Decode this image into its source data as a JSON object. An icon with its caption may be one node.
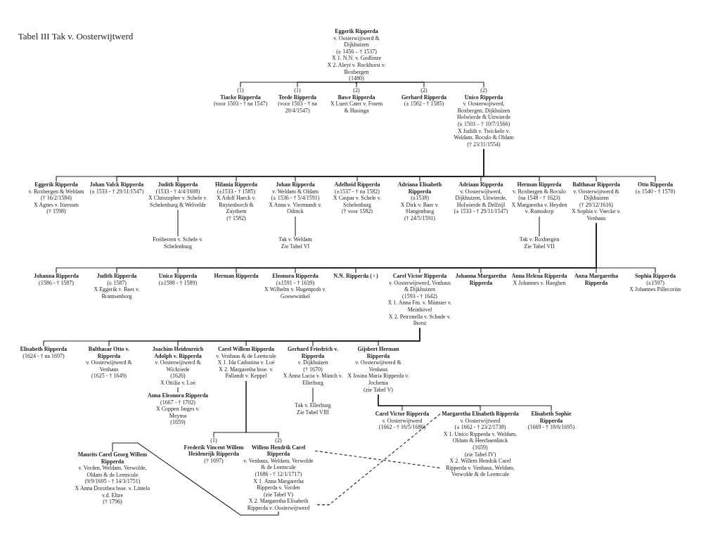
{
  "diagram": {
    "title": "Tabel III Tak v. Oosterwijtwerd",
    "nodes": [
      {
        "text": [
          "Eggerik Ripperda",
          "v. Oosterwijtwerd & Dijkhuizen",
          "(± 1456 – † 1537)",
          "X 1. N.N. v. Godlinze",
          "X 2. Aleyt v. Buckhorst v. Boxbergen",
          "(1480)"
        ]
      },
      {
        "text": [
          "Tiacke Ripperda",
          "(voor 1503 - † na 1547)"
        ],
        "beside": [
          "(1)"
        ]
      },
      {
        "text": [
          "Teede Ripperda",
          "(voor 1503 - † na 20/4/1547)"
        ],
        "beside": [
          "(1)"
        ]
      },
      {
        "text": [
          "Bawe Ripperda",
          "X Luert Cater v. Fraem & Husinga"
        ],
        "beside": [
          "(2)"
        ]
      },
      {
        "text": [
          "Gerhard Ripperda",
          "(± 1502 - † 1585)"
        ],
        "beside": [
          "(2)"
        ]
      },
      {
        "text": [
          "Unico Ripperda",
          "v. Oosterwijtwerd, Boxbergen, Dijkhuizen Holwierde & Uitwierde",
          "(± 1503 – † 10/7/1566)",
          "X Judith v. Twickelo v. Weldam, Boculo & Oldam",
          "(† 23/11/1554)"
        ],
        "beside": [
          "(2)"
        ]
      },
      {
        "text": [
          "Eggerik Ripperda",
          "v. Boxbergen & Weldam",
          "(† 16/2/1584)",
          "X Agnes v. Ittersum",
          "(† 1598)"
        ]
      },
      {
        "text": [
          "Johan Valck Ripperda",
          "(± 1533 - † 29/11/1547)"
        ]
      },
      {
        "text": [
          "Judith Ripperda",
          "(1533 - † 4/4/1608)",
          "X Christopher v. Schele v. Schelenburg & Welvelde"
        ]
      },
      {
        "text": [
          "Hilania Ripperda",
          "(±1533 - † 1585)",
          "X Adolf Haeck v. Ruytenborch & Zuythem",
          "(† 1582)"
        ]
      },
      {
        "text": [
          "Johan Ripperda",
          "v. Weldam & Oldam",
          "(± 1536 - † 5/4/1591)",
          "X Anna v. Viermundt v. Odinck"
        ]
      },
      {
        "text": [
          "Adelheid Ripperda",
          "(±1537 - † na 1582)",
          "X Caspar v. Schele v. Schelenburg",
          "(† voor 1582)"
        ]
      },
      {
        "text": [
          "Adriana Elisabeth Ripperda",
          "(±1538)",
          "X Dirk v. Baer v. Slangenburg",
          "(† 24/5/1591)"
        ]
      },
      {
        "text": [
          "Adriaan Ripperda",
          "v. Oosterwijtwerd, Dijkhuizen, Uitwierde, Holwierde & Delfzijl",
          "(± 1533 - † 29/11/1547)"
        ]
      },
      {
        "text": [
          "Herman Ripperda",
          "v. Boxbergen & Boculo",
          "(na 1548 - † 1623)",
          "X Margaretha v. Heyden v. Ramsdorp"
        ]
      },
      {
        "text": [
          "Balthasar Ripperda",
          "v. Oosterwijtwerd & Dijkhuizen",
          "(† 29/12/1616)",
          "X Sophia v. Vaecke v. Venhaus"
        ]
      },
      {
        "text": [
          "Otto Ripperda",
          "(± 1540 - † 1570)"
        ]
      },
      {
        "text": [
          "Freiherren v. Schele v. Schelenburg"
        ]
      },
      {
        "text": [
          "Tak v. Weldam",
          "Zie Tabel VI"
        ]
      },
      {
        "text": [
          "Tak v. Boxbergen",
          "Zie Tabel VII"
        ]
      },
      {
        "text": [
          "Johanna Ripperda",
          "(1586 - † 1587)"
        ]
      },
      {
        "text": [
          "Judith Ripperda",
          "(± 1587)",
          "X Eggerik v. Baer v. Brantsenborg"
        ]
      },
      {
        "text": [
          "Unico Ripperda",
          "(±1588 - † 1589)"
        ]
      },
      {
        "text": [
          "Herman Ripperda"
        ]
      },
      {
        "text": [
          "Eleonora Ripperda",
          "(±1591 - † 1639)",
          "X Wilhelm v. Hugenpoth v. Goesewinkel"
        ]
      },
      {
        "text": [
          "N.N. Ripperda (♀)"
        ]
      },
      {
        "text": [
          "Carel Victor Ripperda",
          "v. Oosterwijtwerd, Venhaus & Dijkhuizen",
          "(1593 - † 1642)",
          "X 1. Anna Fm. v. Münster v. Meinhövel",
          "X 2. Petronella v. Schade v. Ihorst"
        ]
      },
      {
        "text": [
          "Johanna Margaretha Ripperda"
        ]
      },
      {
        "text": [
          "Anna Helena Ripperda",
          "X Johannes v. Haeghen"
        ]
      },
      {
        "text": [
          "Anna Margaretha Ripperda"
        ]
      },
      {
        "text": [
          "Sophia Ripperda",
          "(±1597)",
          "X Johannes Pillecorius"
        ]
      },
      {
        "text": [
          "Elisabeth Ripperda",
          "(1624 - † na 1697)"
        ]
      },
      {
        "text": [
          "Balthasar Otto v. Ripperda",
          "v. Oosterwijtwerd & Venhaus",
          "(1625 - † 1649)"
        ]
      },
      {
        "text": [
          "Joachim Heidenreich Adolph v. Ripperda",
          "v. Oosterwijtwerd & Wickriede",
          "(1626)",
          "X Ottilia v. Loë"
        ]
      },
      {
        "text": [
          "Carel Willem Ripperda",
          "v. Venhaus & de Leemcule",
          "X 1. Ida Catharina v. Loë",
          "X 2. Margaretha bsse. v. Pallandt v. Keppel"
        ]
      },
      {
        "text": [
          "Gerhard Friedrich v. Ripperda",
          "v. Dijkhuizen",
          "(† 1670)",
          "X Anna Lucia v. Münch v. Ellerburg"
        ]
      },
      {
        "text": [
          "Gijsbert Herman Ripperda",
          "v. Oosterwijtwerd & Venhaus",
          "X Josina Maria Ripperda v. Jochema",
          "(zie Tabel V)"
        ]
      },
      {
        "text": [
          "Anna Eleonora Ripperda",
          "(1667 - † 1702)",
          "X Coppen Jarges v. Meyma",
          "(1659)"
        ]
      },
      {
        "text": [
          "Tak v. Ellerburg",
          "Zie Tabel VIII"
        ]
      },
      {
        "text": [
          "Frederik Vincent Willem Heidenrijk Ripperda",
          "(† 1697)"
        ],
        "beside": [
          "(1)"
        ]
      },
      {
        "text": [
          "Willem Hendrik Carel Ripperda",
          "v. Venhaus, Weldam, Verwolde & de Leemcule",
          "(1686 - † 12/1/1717)",
          "X 1. Anna Margaretha Ripperda v. Vorden",
          "(zie Tabel V)",
          "X 2. Margaretha Elisabeth Ripperda v. Oosterwijtwerd"
        ],
        "beside": [
          "(2)"
        ]
      },
      {
        "text": [
          "Carel Victor Ripperda",
          "v. Oosterwijtwerd",
          "(1662 - † 16/5/1686)"
        ]
      },
      {
        "text": [
          "Margaretha Elisabeth Ripperda",
          "v. Oosterwijtwerd",
          "(± 1662 - † 23/2/1738)",
          "X 1. Unico Ripperda v. Weldam, Oldam & Heerbaenlinck",
          "(1659)",
          "(zie Tabel IV)",
          "X 2. Willem Hendrik Carel Ripperda v. Venhaus, Weldam, Verwolde & de Leemcule"
        ]
      },
      {
        "text": [
          "Elisabeth Sophie Ripperda",
          "(1669 - † 18/6/1695)"
        ]
      },
      {
        "text": [
          "Maurits Carel Georg Willem Ripperda",
          "v. Vorden, Weldam, Verwolde, Oldam & de Leemcule",
          "(9/9/1695 - † 14/3/1751)",
          "X Anna Dorothea bsse. v. Lintelo v.d. Eltze",
          "(† 1796)"
        ]
      }
    ],
    "edges": [
      {
        "from": 0,
        "to": 1,
        "arrow": "none"
      },
      {
        "from": 0,
        "to": 2,
        "arrow": "none"
      },
      {
        "from": 0,
        "to": 3,
        "arrow": "none"
      },
      {
        "from": 0,
        "to": 4,
        "arrow": "none"
      },
      {
        "from": 0,
        "to": 5,
        "arrow": "none"
      },
      {
        "from": 5,
        "to": 6,
        "arrow": "none"
      },
      {
        "from": 5,
        "to": 7,
        "arrow": "none"
      },
      {
        "from": 5,
        "to": 8,
        "arrow": "none"
      },
      {
        "from": 5,
        "to": 9,
        "arrow": "none"
      },
      {
        "from": 5,
        "to": 10,
        "arrow": "none"
      },
      {
        "from": 5,
        "to": 11,
        "arrow": "none"
      },
      {
        "from": 5,
        "to": 12,
        "arrow": "none"
      },
      {
        "from": 5,
        "to": 13,
        "arrow": "none"
      },
      {
        "from": 5,
        "to": 14,
        "arrow": "none"
      },
      {
        "from": 5,
        "to": 15,
        "arrow": "none"
      },
      {
        "from": 5,
        "to": 16,
        "arrow": "none"
      },
      {
        "from": 8,
        "to": 17,
        "arrow": "none"
      },
      {
        "from": 10,
        "to": 18,
        "arrow": "none"
      },
      {
        "from": 14,
        "to": 19,
        "arrow": "none"
      },
      {
        "from": 15,
        "to": 20,
        "arrow": "none"
      },
      {
        "from": 15,
        "to": 21,
        "arrow": "none"
      },
      {
        "from": 15,
        "to": 22,
        "arrow": "none"
      },
      {
        "from": 15,
        "to": 23,
        "arrow": "none"
      },
      {
        "from": 15,
        "to": 24,
        "arrow": "none"
      },
      {
        "from": 15,
        "to": 25,
        "arrow": "none"
      },
      {
        "from": 15,
        "to": 26,
        "arrow": "none"
      },
      {
        "from": 15,
        "to": 27,
        "arrow": "none"
      },
      {
        "from": 15,
        "to": 28,
        "arrow": "none"
      },
      {
        "from": 15,
        "to": 29,
        "arrow": "none"
      },
      {
        "from": 15,
        "to": 30,
        "arrow": "none"
      },
      {
        "from": 26,
        "to": 31,
        "arrow": "none"
      },
      {
        "from": 26,
        "to": 32,
        "arrow": "none"
      },
      {
        "from": 26,
        "to": 33,
        "arrow": "none"
      },
      {
        "from": 26,
        "to": 34,
        "arrow": "none"
      },
      {
        "from": 26,
        "to": 35,
        "arrow": "none"
      },
      {
        "from": 26,
        "to": 36,
        "arrow": "none"
      },
      {
        "from": 33,
        "to": 37,
        "arrow": "none"
      },
      {
        "from": 35,
        "to": 38,
        "arrow": "none"
      },
      {
        "from": 34,
        "to": 39,
        "arrow": "none"
      },
      {
        "from": 34,
        "to": 40,
        "arrow": "none"
      },
      {
        "from": 36,
        "to": 41,
        "arrow": "none"
      },
      {
        "from": 36,
        "to": 42,
        "arrow": "none"
      },
      {
        "from": 36,
        "to": 43,
        "arrow": "none"
      },
      {
        "from": 40,
        "to": 44,
        "arrow": "none"
      },
      {
        "from": 40,
        "to": 42,
        "arrow": "none",
        "style": "dashed"
      },
      {
        "from": 42,
        "to": 40,
        "arrow": "none",
        "style": "dashed"
      }
    ]
  }
}
